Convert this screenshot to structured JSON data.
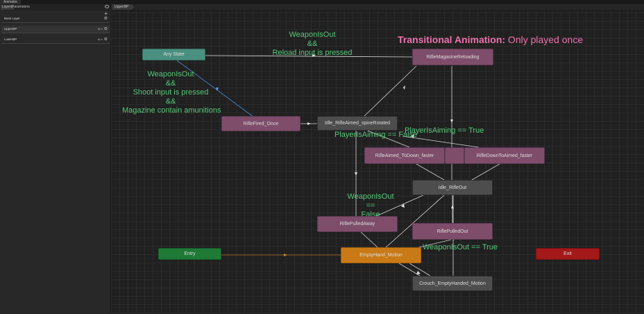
{
  "window": {
    "tab_label": "Animator"
  },
  "sidebar": {
    "tab_layers": "Layers",
    "tab_parameters": "Parameters",
    "layers": [
      {
        "label": "Base Layer",
        "badges": ""
      },
      {
        "label": "UpperBP",
        "badges": "M ∞"
      },
      {
        "label": "LowerBP",
        "badges": "M ∞"
      }
    ]
  },
  "breadcrumb": {
    "label": "UpperBP"
  },
  "states": {
    "any_state": "Any State",
    "reloading": "RifleMagasineReloading",
    "fired_once": "RifleFired_Once",
    "idle_aimed": "Idle_RifleAimed_spineRotated",
    "aimed_to_down": "RifleAimed_ToDown_faster",
    "down_to_aimed": "RifleDownToAimed_faster",
    "idle_out": "Idle_RifleOut",
    "pulled_away": "RiflePulledAway",
    "pulled_out": "RiflePulledOut",
    "entry": "Entry",
    "empty_hand": "EmptyHand_Motion",
    "exit": "Exit",
    "crouch": "Crouch_EmptyHanded_Motion"
  },
  "annotations": {
    "title_bold": "Transitional Animation:",
    "title_rest": " Only played once",
    "reload_cond": [
      "WeaponIsOut",
      "&&",
      "Reload input is pressed"
    ],
    "shoot_cond": [
      "WeaponIsOut",
      "&&",
      "Shoot input is pressed",
      "&&",
      "Magazine contain amunitions"
    ],
    "aiming_false": "PlayerIsAiming == False",
    "aiming_true": "PlayerIsAiming == True",
    "weapon_out_false": [
      "WeaponIsOut",
      "==",
      "False"
    ],
    "weapon_out_true": "WeaponIsOut == True"
  },
  "colors": {
    "annotation_green": "#57c87a",
    "title_pink": "#ee72ad",
    "state_grey": "#4d4d4d",
    "state_pink": "#7e4d6a",
    "any_state_teal": "#4a9080",
    "entry_green": "#1f7a36",
    "default_orange": "#c97a16",
    "exit_red": "#a31818"
  }
}
